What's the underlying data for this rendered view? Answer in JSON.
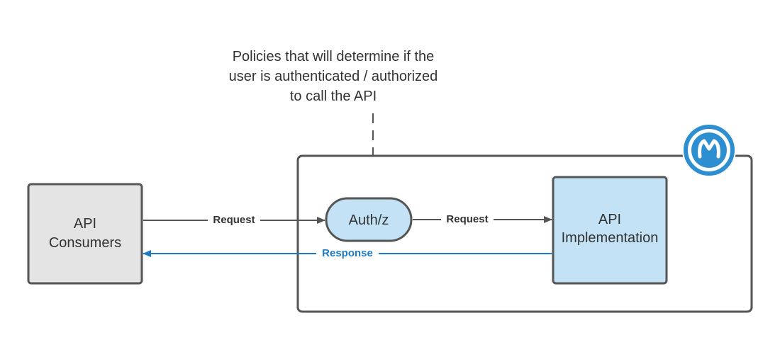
{
  "note": {
    "lines": [
      "Policies that will determine if the",
      "user is authenticated / authorized",
      "to call the API"
    ]
  },
  "nodes": {
    "consumers": {
      "lines": [
        "API",
        "Consumers"
      ]
    },
    "auth": {
      "label": "Auth/z"
    },
    "implementation": {
      "lines": [
        "API",
        "Implementation"
      ]
    }
  },
  "edges": {
    "request_to_auth": {
      "label": "Request"
    },
    "request_to_impl": {
      "label": "Request"
    },
    "response": {
      "label": "Response"
    }
  },
  "logo": {
    "name": "mulesoft-logo-icon"
  },
  "colors": {
    "stroke": "#555555",
    "consumers_fill": "#e4e4e4",
    "api_fill": "#c3e2f5",
    "response": "#1f7abf",
    "logo_blue": "#2d8fd0",
    "text": "#333333"
  }
}
